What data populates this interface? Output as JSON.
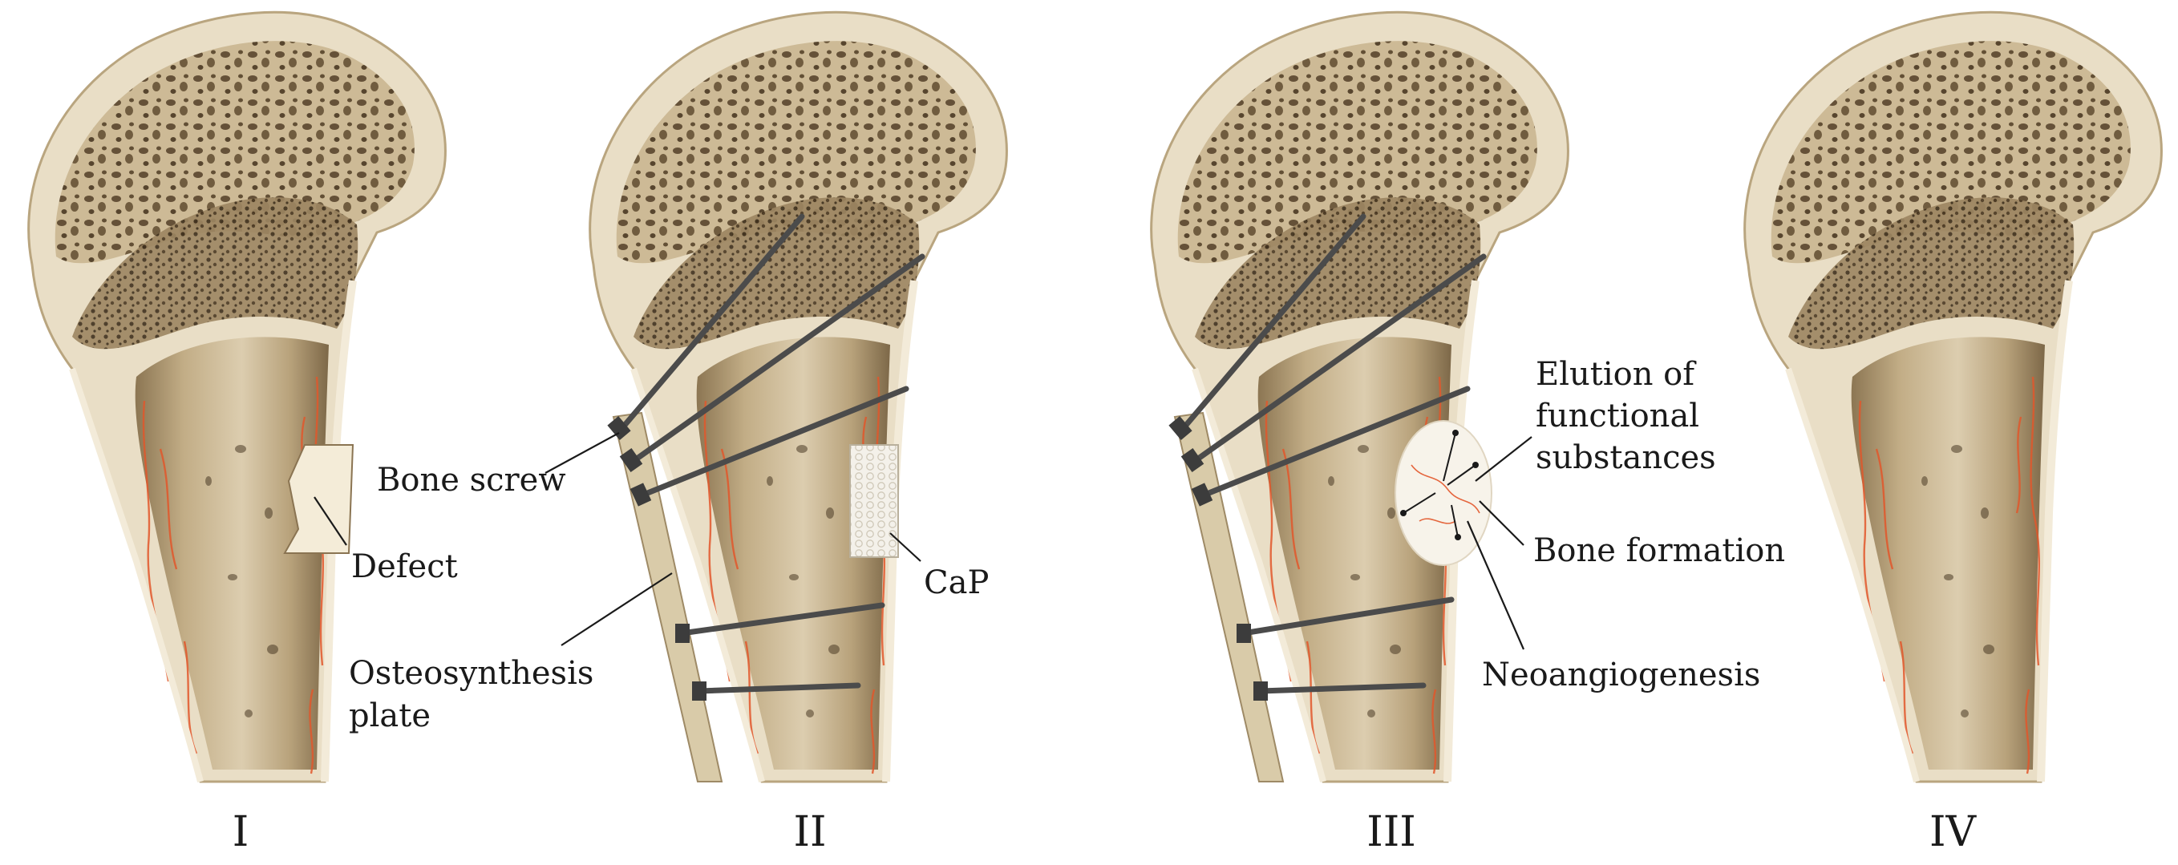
{
  "panels": [
    {
      "numeral": "I",
      "labels": {
        "defect": "Defect"
      }
    },
    {
      "numeral": "II",
      "labels": {
        "bone_screw": "Bone screw",
        "cap": "CaP",
        "plate_line1": "Osteosynthesis",
        "plate_line2": "plate"
      }
    },
    {
      "numeral": "III",
      "labels": {
        "elution_line1": "Elution of",
        "elution_line2": "functional",
        "elution_line3": "substances",
        "bone_formation": "Bone formation",
        "neoangiogenesis": "Neoangiogenesis"
      }
    },
    {
      "numeral": "IV",
      "labels": {}
    }
  ],
  "colors": {
    "bone_light": "#e8dcc3",
    "bone_mid": "#c9b58f",
    "bone_dark": "#6e5b3f",
    "vessel_red": "#e2572b",
    "screw_gray": "#4b4b4b",
    "plate_tan": "#d9cba9"
  }
}
